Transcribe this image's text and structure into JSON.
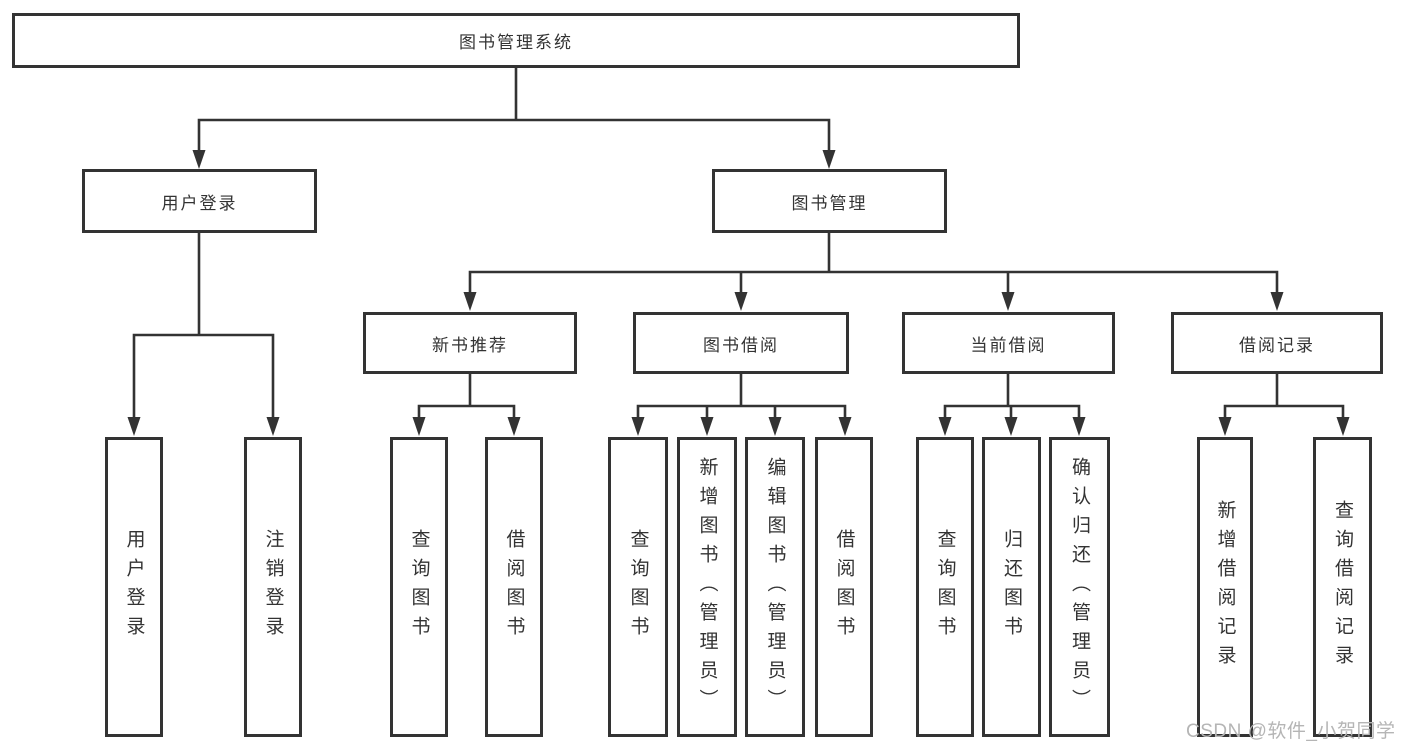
{
  "diagram": {
    "title": "图书管理系统",
    "type": "function-structure-tree",
    "colors": {
      "line": "#333333",
      "box_border": "#333333",
      "text": "#333333",
      "background": "#ffffff",
      "watermark": "#b5b5b5"
    },
    "nodes": {
      "root": {
        "label": "图书管理系统"
      },
      "user_login_group": {
        "label": "用户登录"
      },
      "book_mgmt_group": {
        "label": "图书管理"
      },
      "new_book_rec": {
        "label": "新书推荐"
      },
      "book_borrow": {
        "label": "图书借阅"
      },
      "current_borrow": {
        "label": "当前借阅"
      },
      "borrow_record": {
        "label": "借阅记录"
      },
      "leaves": {
        "user_login": {
          "label": "用户登录",
          "parent": "用户登录"
        },
        "logout": {
          "label": "注销登录",
          "parent": "用户登录"
        },
        "rec_query_books": {
          "label": "查询图书",
          "parent": "新书推荐"
        },
        "rec_borrow_books": {
          "label": "借阅图书",
          "parent": "新书推荐"
        },
        "bb_query_books": {
          "label": "查询图书",
          "parent": "图书借阅"
        },
        "bb_add_books": {
          "label": "新增图书（管理员）",
          "parent": "图书借阅"
        },
        "bb_edit_books": {
          "label": "编辑图书（管理员）",
          "parent": "图书借阅"
        },
        "bb_borrow_books": {
          "label": "借阅图书",
          "parent": "图书借阅"
        },
        "cb_query_books": {
          "label": "查询图书",
          "parent": "当前借阅"
        },
        "cb_return_books": {
          "label": "归还图书",
          "parent": "当前借阅"
        },
        "cb_confirm_return": {
          "label": "确认归还（管理员）",
          "parent": "当前借阅"
        },
        "br_add_record": {
          "label": "新增借阅记录",
          "parent": "借阅记录"
        },
        "br_query_record": {
          "label": "查询借阅记录",
          "parent": "借阅记录"
        }
      }
    }
  },
  "watermark": {
    "text": "CSDN @软件_小贺同学"
  }
}
